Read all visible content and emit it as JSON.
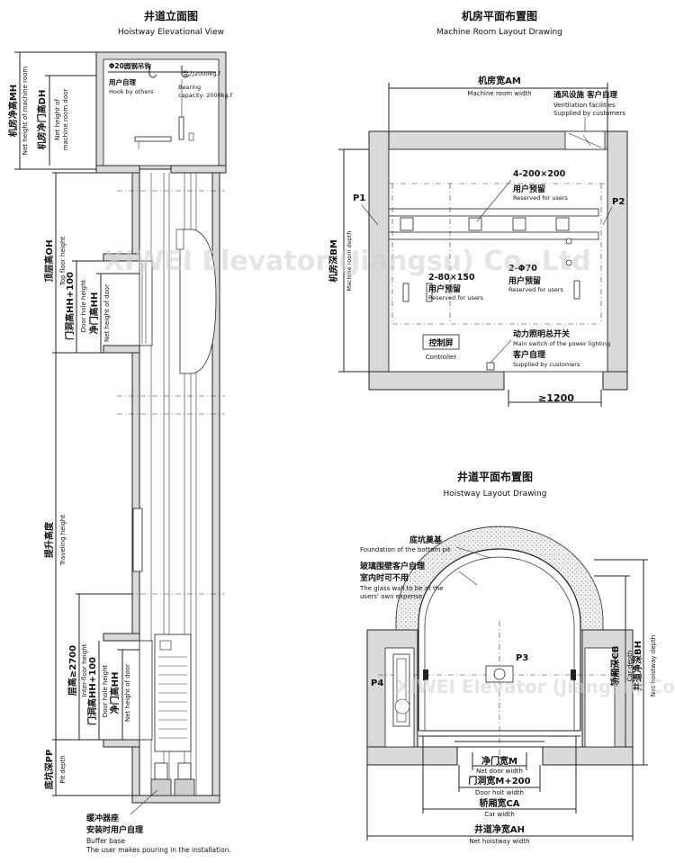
{
  "elevation": {
    "title_cn": "井道立面图",
    "title_en": "Hoistway Elevational View",
    "mh_cn": "机房净高MH",
    "mh_en": "Net height of machine room",
    "dh_cn": "机房净门高DH",
    "dh_en1": "Net height of",
    "dh_en2": "machine room door",
    "hook_cn": "Φ20圆钢吊钩",
    "hook_cn2": "用户自理",
    "hook_en": "Hook by others",
    "force_cn": "受力2000kg.f",
    "bearing_en1": "Bearing",
    "bearing_en2": "capacity:  2000kg.f",
    "oh_cn": "顶层高OH",
    "oh_en": "Top floor height",
    "hh100_cn": "门洞高HH+100",
    "hh100_en": "Door hole height",
    "hh_cn": "净门高HH",
    "hh_en": "Net height of door",
    "travel_cn": "提升高度",
    "travel_en": "Traveling height",
    "floor_cn": "层高≥2700",
    "floor_en": "Inter-floor height",
    "hh100b_cn": "门洞高HH+100",
    "hh100b_en": "Door hole height",
    "hhb_cn": "净门高HH",
    "hhb_en": "Net height of door",
    "pp_cn": "底坑深PP",
    "pp_en": "Pit depth",
    "buffer_cn1": "缓冲器座",
    "buffer_cn2": "安装时用户自理",
    "buffer_en1": "Buffer base",
    "buffer_en2": "The user makes pouring in the installation."
  },
  "machine_room": {
    "title_cn": "机房平面布置图",
    "title_en": "Machine Room Layout Drawing",
    "am_cn": "机房宽AM",
    "am_en": "Machine room width",
    "vent_cn": "通风设施 客户自理",
    "vent_en1": "Ventilation facilities",
    "vent_en2": "Supplied by customers",
    "bm_cn": "机房深BM",
    "bm_en": "Machine room depth",
    "p1": "P1",
    "p2": "P2",
    "hole1": "4-200×200",
    "reserved_cn": "用户预留",
    "reserved_en": "Reserved for users",
    "hole2": "2-80×150",
    "reserved2_cn": "用户预留",
    "reserved2_en": "Reserved for users",
    "hole3": "2-Φ70",
    "reserved3_cn": "用户预留",
    "reserved3_en": "Reserved for users",
    "controller_cn": "控制屏",
    "controller_en": "Controller",
    "switch_cn": "动力照明总开关",
    "switch_en": "Main switch of the power lighting",
    "supplied_cn": "客户自理",
    "supplied_en": "Supplied by customers",
    "min_width": "≥1200"
  },
  "hoistway": {
    "title_cn": "井道平面布置图",
    "title_en": "Hoistway Layout Drawing",
    "foundation_cn": "底坑奠基",
    "foundation_en": "Foundation of the bottom pit",
    "glass_cn1": "玻璃围壁客户自理",
    "glass_cn2": "室内时可不用",
    "glass_en1": "The glass wall to be at the",
    "glass_en2": "users' own expense",
    "p3": "P3",
    "p4": "P4",
    "cb_cn": "轿厢深CB",
    "cb_en": "Car depth",
    "bh_cn": "井道净深BH",
    "bh_en": "Net hoistway depth",
    "m_cn": "净门宽M",
    "m_en": "Net door width",
    "m200_cn": "门洞宽M+200",
    "m200_en": "Door holt width",
    "ca_cn": "轿厢宽CA",
    "ca_en": "Car width",
    "ah_cn": "井道净宽AH",
    "ah_en": "Net hoistway width"
  },
  "watermark": "XIWEI Elevator (Jiangsu) Co. Ltd"
}
